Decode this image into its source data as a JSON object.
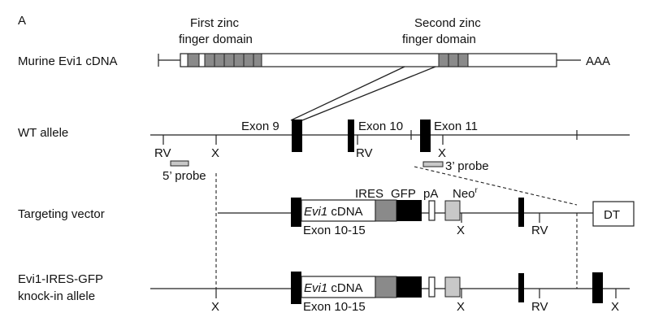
{
  "panel_label": "A",
  "cdna": {
    "label": "Murine Evi1 cDNA",
    "domain1_line1": "First zinc",
    "domain1_line2": "finger domain",
    "domain2_line1": "Second zinc",
    "domain2_line2": "finger domain",
    "polyA": "AAA"
  },
  "wt": {
    "label": "WT allele",
    "exon9": "Exon 9",
    "exon10": "Exon 10",
    "exon11": "Exon 11",
    "site_rv": "RV",
    "site_x": "X",
    "probe5": "5’ probe",
    "probe3": "3’ probe"
  },
  "tv": {
    "label": "Targeting vector",
    "ires": "IRES",
    "gfp": "GFP",
    "pa": "pA",
    "neo": "Neo",
    "neo_sup": "r",
    "cdna_gene": "Evi1",
    "cdna_suffix": " cDNA",
    "exons": "Exon 10-15",
    "dt": "DT",
    "site_x": "X",
    "site_rv": "RV"
  },
  "ki": {
    "label_line1": "Evi1-IRES-GFP",
    "label_line2": "knock-in allele",
    "cdna_gene": "Evi1",
    "cdna_suffix": " cDNA",
    "exons": "Exon 10-15",
    "site_x": "X",
    "site_rv": "RV"
  }
}
